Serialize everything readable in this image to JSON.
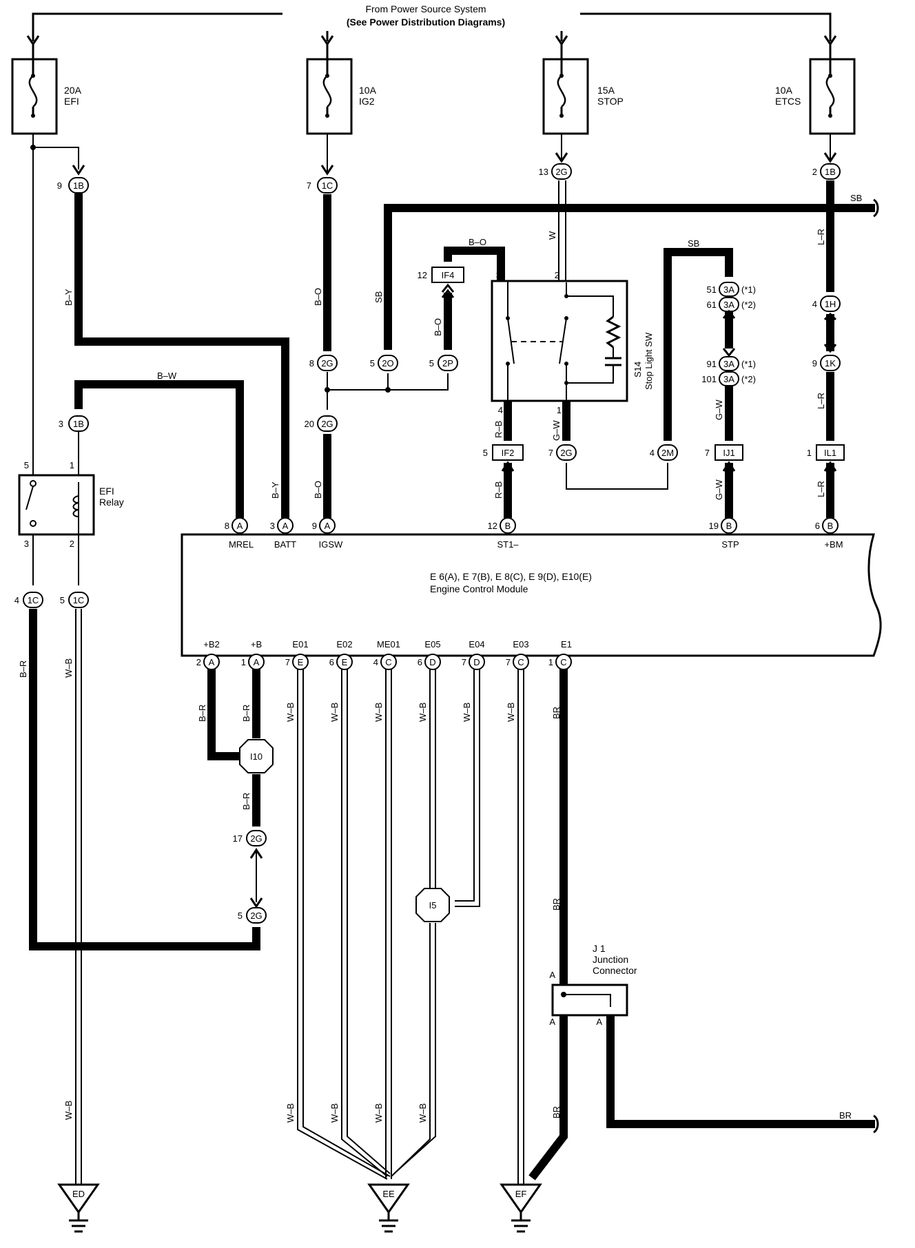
{
  "header": {
    "line1": "From Power Source System",
    "line2": "(See Power Distribution Diagrams)"
  },
  "fuses": [
    {
      "amp": "20A",
      "name": "EFI"
    },
    {
      "amp": "10A",
      "name": "IG2"
    },
    {
      "amp": "15A",
      "name": "STOP"
    },
    {
      "amp": "10A",
      "name": "ETCS"
    }
  ],
  "connectors": {
    "c1B_top": "1B",
    "c1C_top": "1C",
    "c2G_top": "2G",
    "c1B_etcs": "1B",
    "cIF4": "IF4",
    "c2O": "2O",
    "c2P": "2P",
    "c2G_8": "2G",
    "c2G_20": "2G",
    "c1B_3": "1B",
    "c3A_51": "3A",
    "c3A_61": "3A",
    "c3A_91": "3A",
    "c3A_101": "3A",
    "c1H": "1H",
    "c1K": "1K",
    "cIF2": "IF2",
    "c2G_7": "2G",
    "c2M": "2M",
    "cIJ1": "IJ1",
    "cIL1": "IL1",
    "c1C_4": "1C",
    "c1C_5": "1C",
    "c2G_17": "2G",
    "c2G_5": "2G",
    "cI10": "I10",
    "cI5": "I5",
    "pinA": "A",
    "pinB": "B",
    "pinC": "C",
    "pinD": "D",
    "pinE": "E"
  },
  "pin_numbers": {
    "p9": "9",
    "p7": "7",
    "p13": "13",
    "p2": "2",
    "p12": "12",
    "p3": "3",
    "p2b": "2",
    "p51": "51",
    "p61": "61",
    "p4": "4",
    "p91": "91",
    "p101": "101",
    "p9b": "9",
    "p8": "8",
    "p5a": "5",
    "p5b": "5",
    "p20": "20",
    "p3b": "3",
    "p5c": "5",
    "p1": "1",
    "p4b": "4",
    "p1b": "1",
    "p5d": "5",
    "p7b": "7",
    "p4c": "4",
    "p7c": "7",
    "p1c": "1",
    "p3c": "3",
    "p2c": "2",
    "p8b": "8",
    "p3d": "3",
    "p9c": "9",
    "p12b": "12",
    "p19": "19",
    "p6": "6",
    "p4d": "4",
    "p5e": "5",
    "p2d": "2",
    "p1d": "1",
    "p7d": "7",
    "p6b": "6",
    "p4e": "4",
    "p6c": "6",
    "p7e": "7",
    "p7f": "7",
    "p1e": "1",
    "p17": "17",
    "p5f": "5"
  },
  "notes": {
    "n1": "(*1)",
    "n2": "(*2)",
    "n3": "(*1)",
    "n4": "(*2)"
  },
  "wire_colors": {
    "B-Y": "B–Y",
    "B-W": "B–W",
    "B-O": "B–O",
    "SB": "SB",
    "W": "W",
    "L-R": "L–R",
    "R-B": "R–B",
    "G-W": "G–W",
    "B-R": "B–R",
    "W-B": "W–B",
    "BR": "BR"
  },
  "relay": {
    "name1": "EFI",
    "name2": "Relay"
  },
  "switch": {
    "code": "S14",
    "name": "Stop Light SW"
  },
  "ecm": {
    "line1": "E 6(A), E 7(B), E 8(C), E 9(D), E10(E)",
    "line2": "Engine Control Module",
    "top_terms": [
      "MREL",
      "BATT",
      "IGSW",
      "ST1–",
      "STP",
      "+BM"
    ],
    "bottom_terms": [
      "+B2",
      "+B",
      "E01",
      "E02",
      "ME01",
      "E05",
      "E04",
      "E03",
      "E1"
    ]
  },
  "junction": {
    "code": "J 1",
    "name1": "Junction",
    "name2": "Connector"
  },
  "grounds": [
    "ED",
    "EE",
    "EF"
  ]
}
